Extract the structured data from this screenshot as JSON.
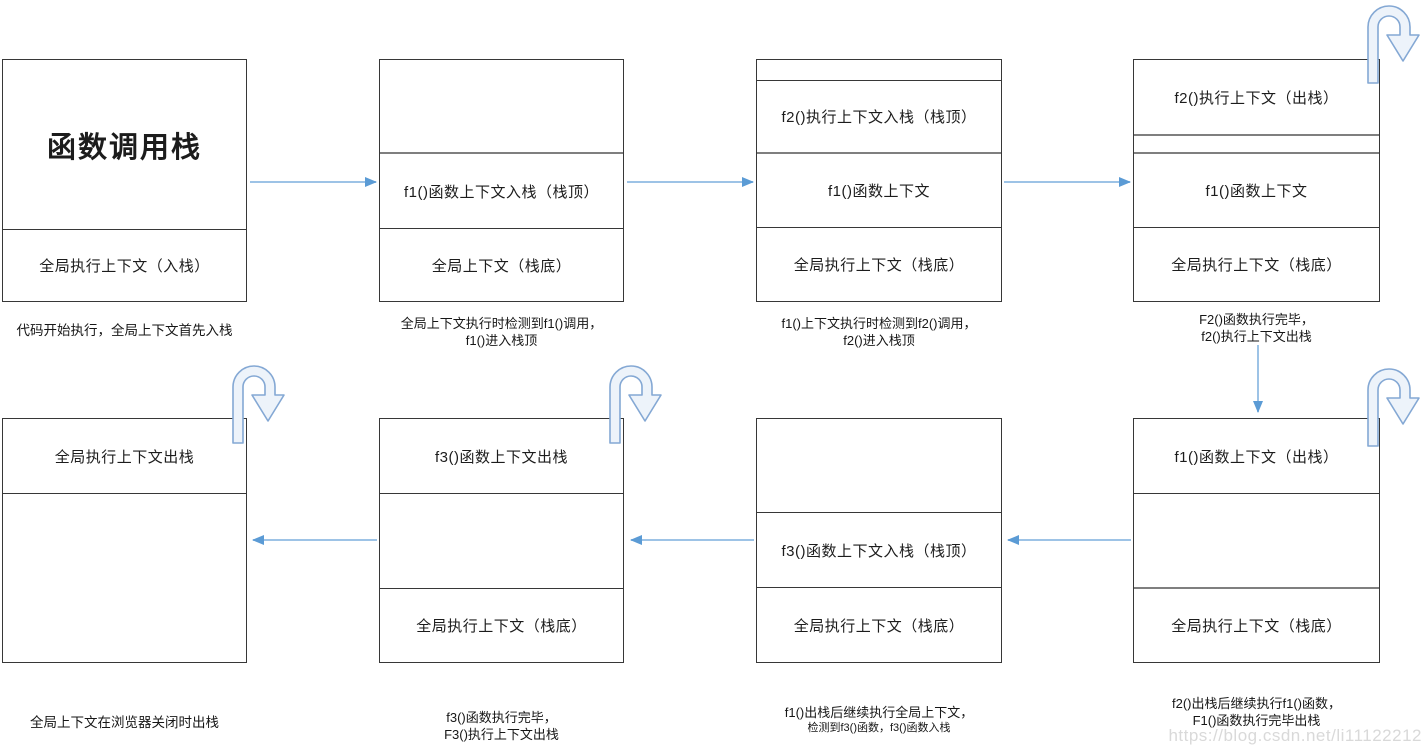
{
  "diagram_title": "函数调用栈",
  "boxes": {
    "b1": {
      "sections": [
        "函数调用栈",
        "全局执行上下文（入栈）"
      ],
      "caption": [
        "代码开始执行，全局上下文首先入栈"
      ]
    },
    "b2": {
      "sections": [
        "",
        "f1()函数上下文入栈（栈顶）",
        "全局上下文（栈底）"
      ],
      "caption": [
        "全局上下文执行时检测到f1()调用，",
        "f1()进入栈顶"
      ]
    },
    "b3": {
      "sections": [
        "",
        "f2()执行上下文入栈（栈顶）",
        "f1()函数上下文",
        "全局执行上下文（栈底）"
      ],
      "caption": [
        "f1()上下文执行时检测到f2()调用，",
        "f2()进入栈顶"
      ]
    },
    "b4": {
      "sections": [
        "f2()执行上下文（出栈）",
        "",
        "f1()函数上下文",
        "全局执行上下文（栈底）"
      ],
      "caption": [
        "F2()函数执行完毕，",
        "f2()执行上下文出栈"
      ]
    },
    "b5": {
      "sections": [
        "全局执行上下文出栈",
        ""
      ],
      "caption": [
        "全局上下文在浏览器关闭时出栈"
      ]
    },
    "b6": {
      "sections": [
        "f3()函数上下文出栈",
        "",
        "全局执行上下文（栈底）"
      ],
      "caption": [
        "f3()函数执行完毕，",
        "F3()执行上下文出栈"
      ]
    },
    "b7": {
      "sections": [
        "",
        "f3()函数上下文入栈（栈顶）",
        "全局执行上下文（栈底）"
      ],
      "caption": [
        "f1()出栈后继续执行全局上下文，",
        "检测到f3()函数，f3()函数入栈"
      ]
    },
    "b8": {
      "sections": [
        "f1()函数上下文（出栈）",
        "",
        "全局执行上下文（栈底）"
      ],
      "caption": [
        "f2()出栈后继续执行f1()函数，",
        "F1()函数执行完毕出栈"
      ]
    }
  },
  "watermark": "https://blog.csdn.net/li11122212",
  "colors": {
    "arrow_line": "#9dc3e6",
    "arrow_head": "#5b9bd5",
    "loop_fill": "#edf3fa",
    "loop_stroke": "#84a8d4",
    "box_border": "#373737",
    "gray_divider": "#7f7f7f"
  }
}
